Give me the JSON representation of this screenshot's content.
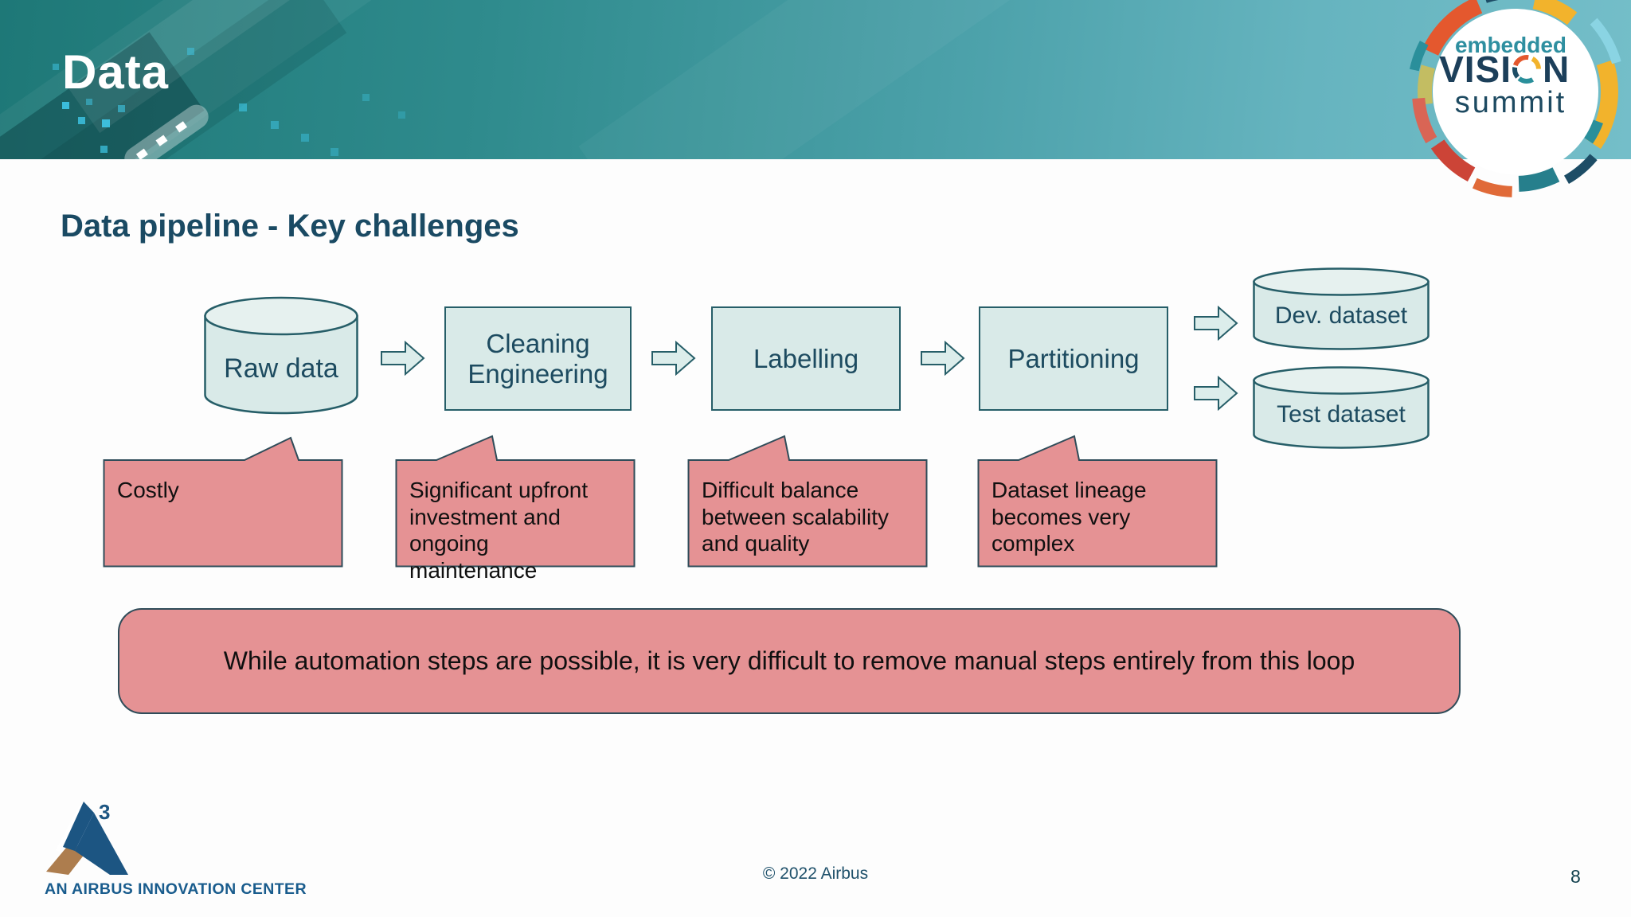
{
  "slide": {
    "title": "Data",
    "subtitle": "Data pipeline - Key challenges"
  },
  "event_logo": {
    "line1": "embedded",
    "line2": "VISION",
    "line2_left": "VISI",
    "line2_right": "N",
    "line3": "summit"
  },
  "diagram": {
    "nodes": [
      {
        "label": "Raw data",
        "shape": "cylinder"
      },
      {
        "label": "Cleaning Engineering",
        "shape": "box"
      },
      {
        "label": "Labelling",
        "shape": "box"
      },
      {
        "label": "Partitioning",
        "shape": "box"
      },
      {
        "label": "Dev. dataset",
        "shape": "cylinder"
      },
      {
        "label": "Test dataset",
        "shape": "cylinder"
      }
    ],
    "flow_icon": "block-arrow-right",
    "callouts": [
      {
        "target": "Raw data",
        "text": "Costly"
      },
      {
        "target": "Cleaning Engineering",
        "text": "Significant upfront investment and ongoing maintenance"
      },
      {
        "target": "Labelling",
        "text": "Difficult balance between scalability and quality"
      },
      {
        "target": "Partitioning",
        "text": "Dataset lineage becomes very complex"
      }
    ],
    "banner": "While automation steps are possible, it is very difficult to remove manual steps entirely from this loop"
  },
  "footer": {
    "copyright": "© 2022 Airbus",
    "page_number": "8",
    "brand_caption": "AN AIRBUS INNOVATION CENTER",
    "brand_superscript": "3"
  },
  "colors": {
    "header_teal_dark": "#1e7877",
    "header_teal_light": "#74bec9",
    "shape_fill": "#d9eae8",
    "shape_border": "#265e68",
    "shape_text": "#1d4b60",
    "callout_fill": "#e59294",
    "callout_border": "#2f4c59",
    "subtitle_color": "#1a4a63",
    "airbus_blue": "#1c5582",
    "airbus_tan": "#ad7d4e",
    "accent_cyan_square": "#3fc8e8"
  }
}
